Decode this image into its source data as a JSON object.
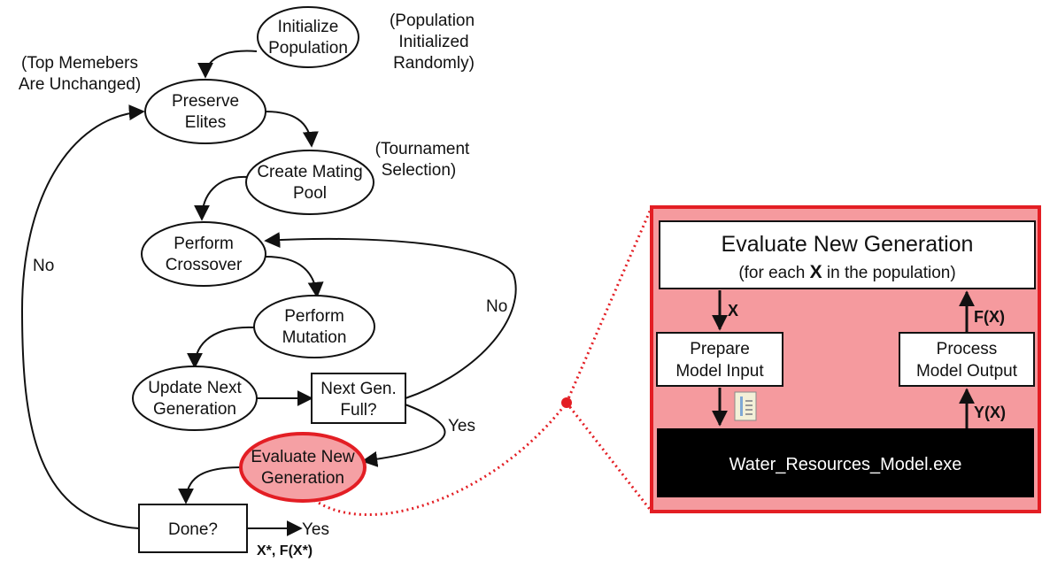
{
  "colors": {
    "highlight_red": "#e31e24",
    "panel_fill": "#f59a9e",
    "highlight_fill": "#f5a0a4",
    "exe_fill": "#000000"
  },
  "nodes": {
    "initialize": [
      "Initialize",
      "Population"
    ],
    "preserve": [
      "Preserve",
      "Elites"
    ],
    "mating": [
      "Create Mating",
      "Pool"
    ],
    "crossover": [
      "Perform",
      "Crossover"
    ],
    "mutation": [
      "Perform",
      "Mutation"
    ],
    "update": [
      "Update Next",
      "Generation"
    ],
    "nextgen": [
      "Next Gen.",
      "Full?"
    ],
    "evaluate": [
      "Evaluate New",
      "Generation"
    ],
    "done": "Done?"
  },
  "notes": {
    "population_init": [
      "(Population",
      "Initialized",
      "Randomly)"
    ],
    "top_members": [
      "(Top Memebers",
      "Are Unchanged)"
    ],
    "tournament": [
      "(Tournament",
      "Selection)"
    ]
  },
  "edges": {
    "no_left": "No",
    "no_right": "No",
    "yes_next": "Yes",
    "yes_done": "Yes",
    "result": "X*, F(X*)"
  },
  "panel": {
    "title": "Evaluate New Generation",
    "subtitle_pre": "(for each ",
    "subtitle_var": "X",
    "subtitle_post": " in the population)",
    "prepare": [
      "Prepare",
      "Model Input"
    ],
    "process": [
      "Process",
      "Model Output"
    ],
    "exe": "Water_Resources_Model.exe",
    "x_label": "X",
    "fx_label": "F(X)",
    "yx_label": "Y(X)",
    "file_icon": "document-file-icon"
  }
}
